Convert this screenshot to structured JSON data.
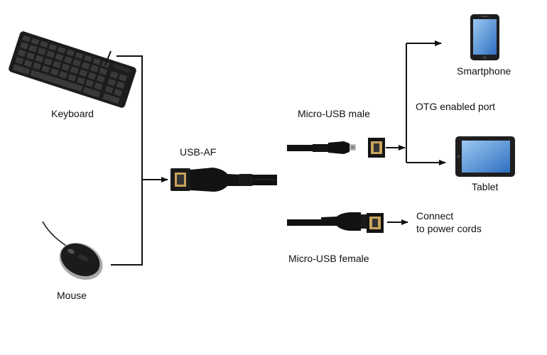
{
  "labels": {
    "keyboard": "Keyboard",
    "mouse": "Mouse",
    "usb_af": "USB-AF",
    "micro_usb_male": "Micro-USB male",
    "micro_usb_female": "Micro-USB female",
    "otg_port": "OTG enabled port",
    "smartphone": "Smartphone",
    "tablet": "Tablet",
    "connect_line1": "Connect",
    "connect_line2": "to power cords"
  },
  "colors": {
    "line": "#111111",
    "device_body": "#1a1a1a",
    "screen": "#4a8fd8",
    "mouse_trim": "#b9b9b9"
  }
}
